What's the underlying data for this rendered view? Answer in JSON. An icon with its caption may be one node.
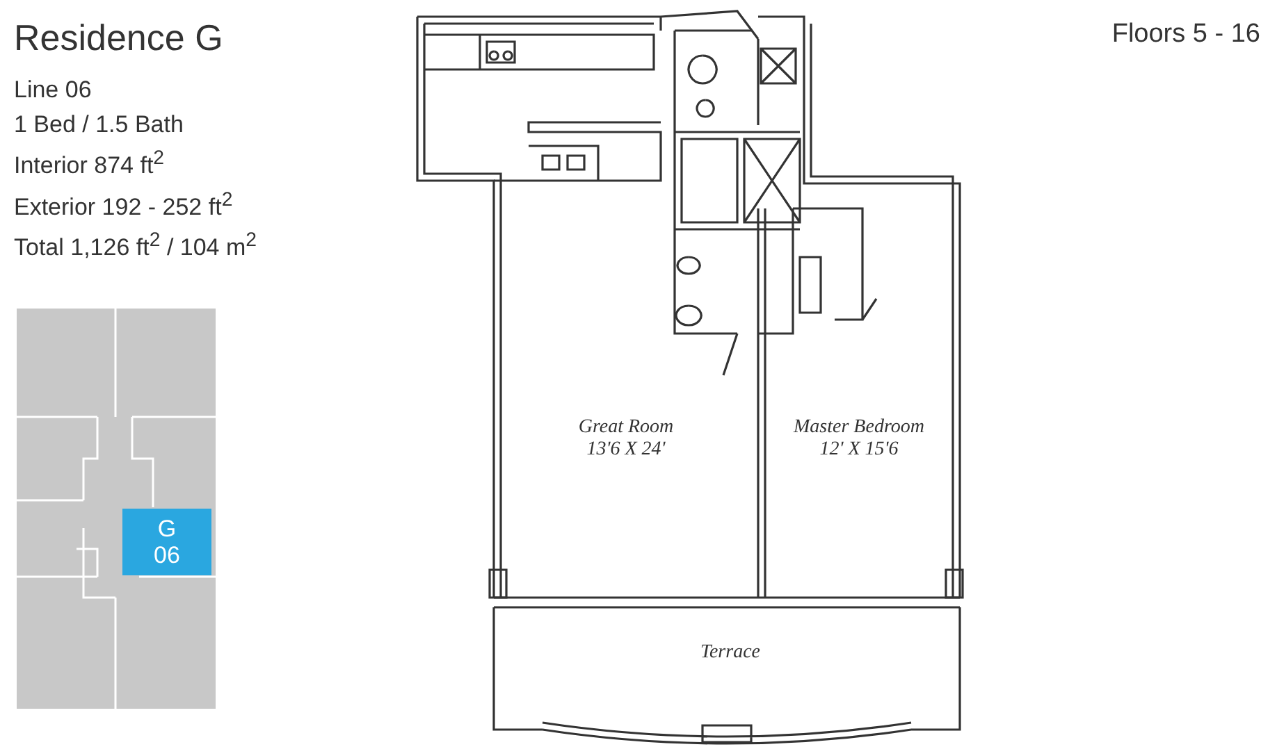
{
  "diagram": {
    "title": "Residence G",
    "nodes": [
      {
        "text": [
          "Great Room",
          "13'6 X 24'"
        ]
      },
      {
        "text": [
          "Master Bedroom",
          "12' X 15'6"
        ]
      },
      {
        "text": [
          "Terrace"
        ]
      },
      {
        "text": [
          "G 06"
        ]
      }
    ],
    "labels": [
      "Line 06",
      "1 Bed / 1.5 Bath",
      "Interior 874 ft$^{2}$",
      "Exterior 192 - 252 ft$^{2}$",
      "Total 1,126 ft$^{2}$ / 104 m$^{2}$",
      "Floors 5 - 16"
    ]
  }
}
